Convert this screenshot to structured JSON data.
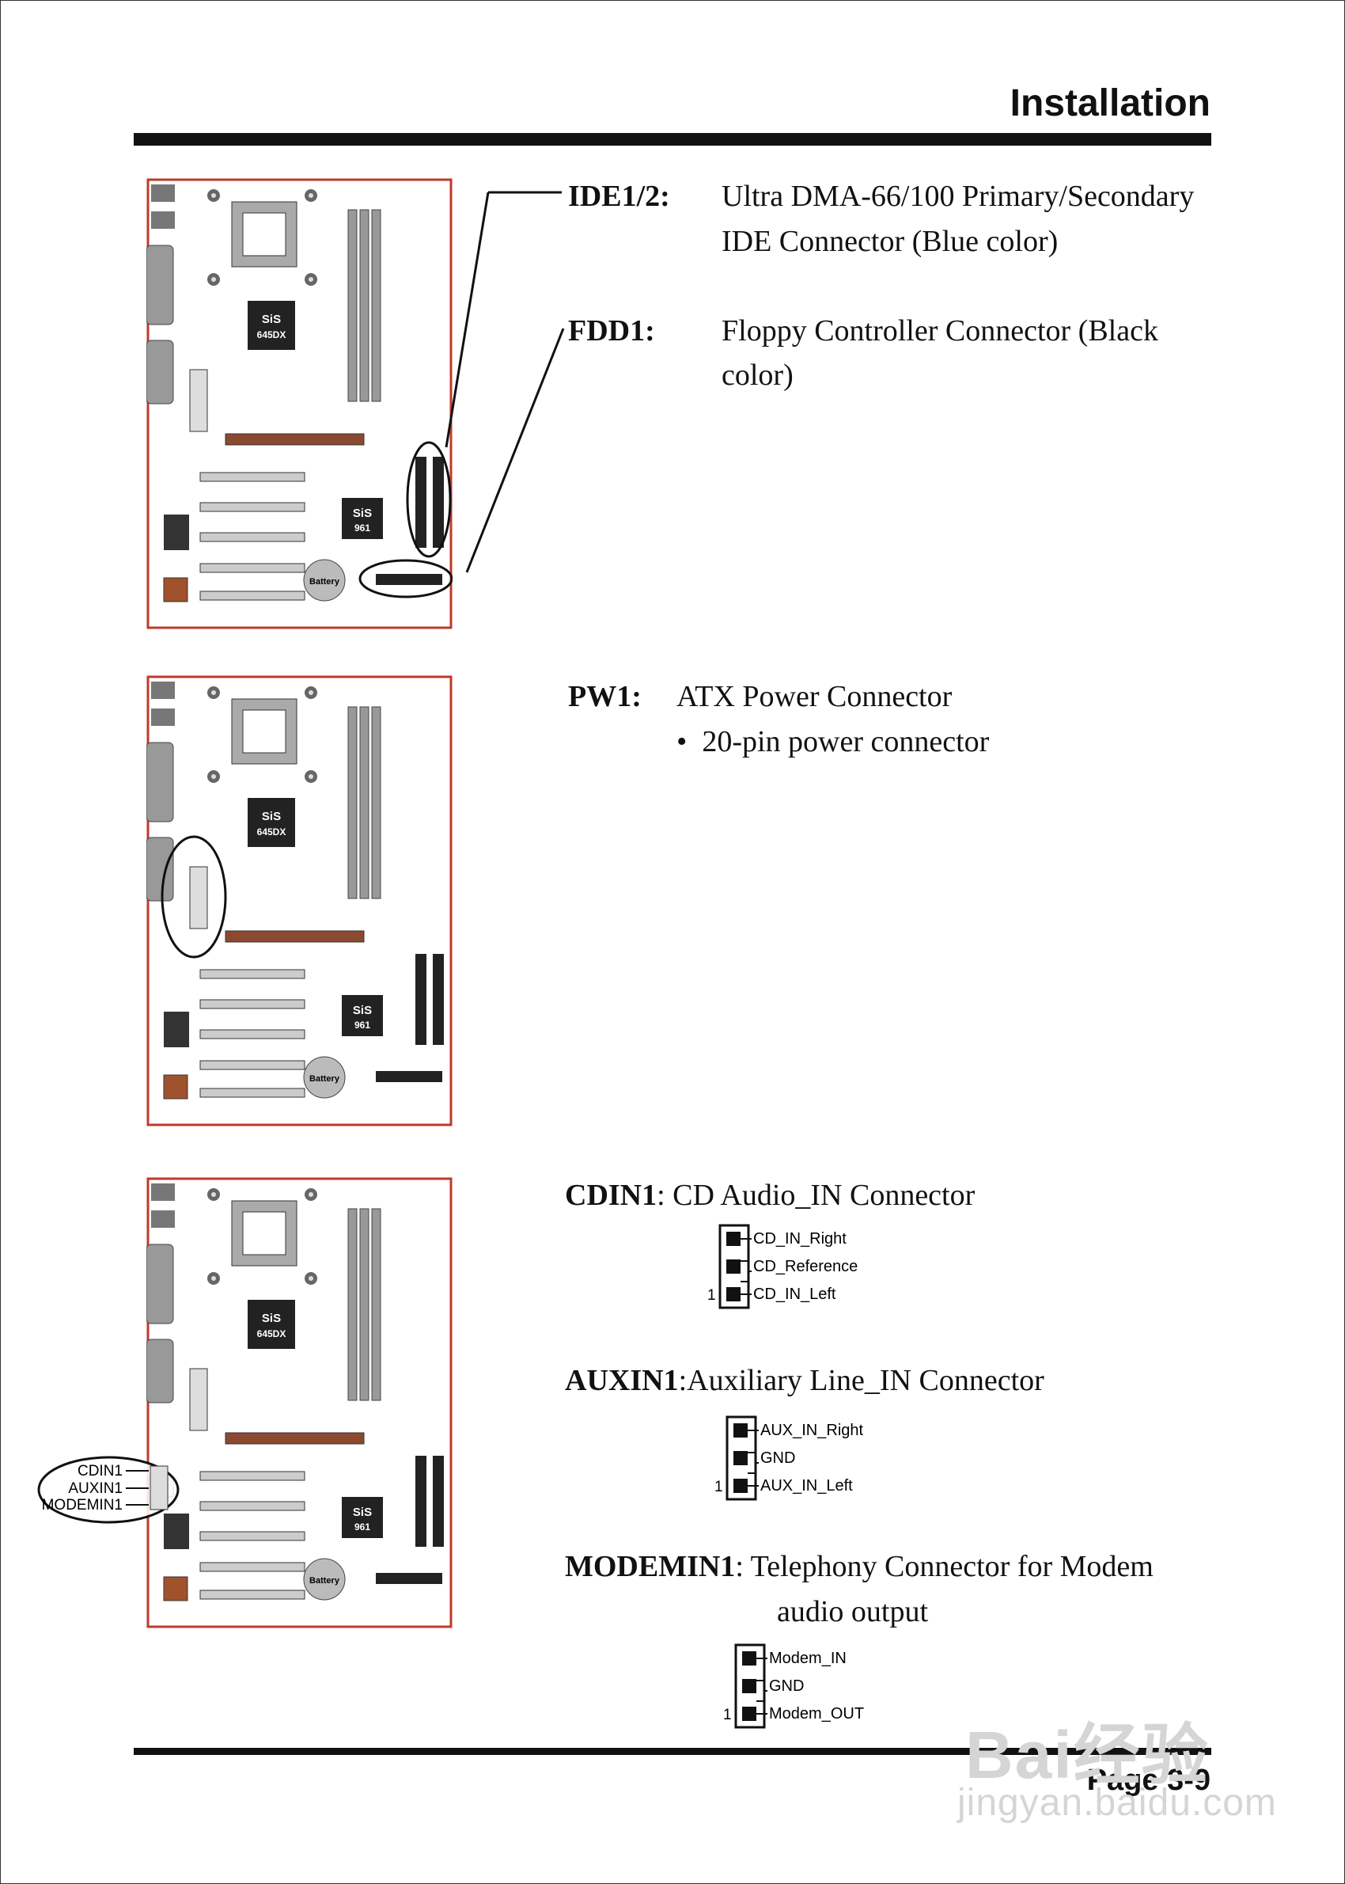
{
  "header": {
    "title": "Installation"
  },
  "boards": {
    "chip1": "SiS",
    "chip1_model": "645DX",
    "chip2": "SiS",
    "chip2_model": "961",
    "battery": "Battery"
  },
  "ide": {
    "label": "IDE1/2:",
    "desc1": "Ultra DMA-66/100 Primary/Secondary",
    "desc2": "IDE Connector (Blue color)"
  },
  "fdd": {
    "label": "FDD1:",
    "desc1": "Floppy Controller Connector (Black",
    "desc2": "color)"
  },
  "pw1": {
    "label": "PW1:",
    "desc": "ATX Power Connector",
    "bullet": "20-pin power connector"
  },
  "audio_callout": [
    "CDIN1",
    "AUXIN1",
    "MODEMIN1"
  ],
  "pin_one": "1",
  "cdin1": {
    "label": "CDIN1",
    "desc": ": CD Audio_IN Connector",
    "pins": [
      "CD_IN_Right",
      "CD_Reference",
      "CD_IN_Left"
    ]
  },
  "auxin1": {
    "label": "AUXIN1",
    "desc": ":Auxiliary Line_IN Connector",
    "pins": [
      "AUX_IN_Right",
      "GND",
      "AUX_IN_Left"
    ]
  },
  "modemin1": {
    "label": "MODEMIN1",
    "desc1": ": Telephony Connector for Modem",
    "desc2": "audio output",
    "pins": [
      "Modem_IN",
      "GND",
      "Modem_OUT"
    ]
  },
  "footer": {
    "page": "Page 3-9"
  },
  "watermark": {
    "logo": "Bai经验",
    "url": "jingyan.baidu.com"
  }
}
